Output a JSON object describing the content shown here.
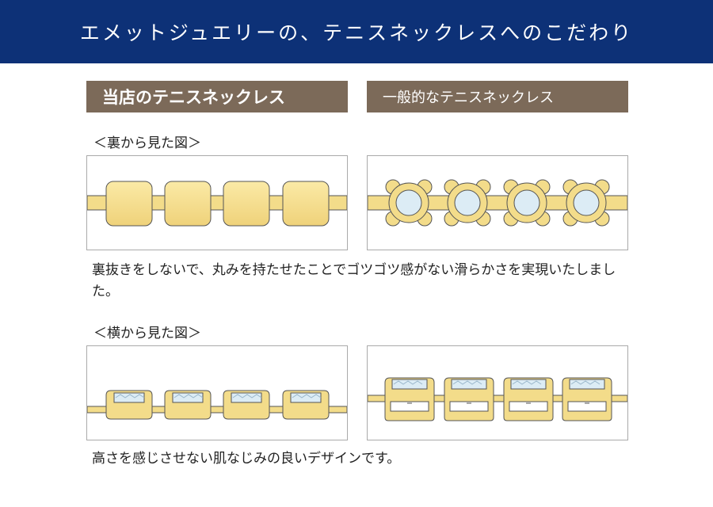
{
  "banner": {
    "title": "エメットジュエリーの、テニスネックレスへのこだわり"
  },
  "columns": {
    "ours": "当店のテニスネックレス",
    "general": "一般的なテニスネックレス"
  },
  "sections": {
    "back": {
      "label": "＜裏から見た図＞",
      "description": "裏抜きをしないで、丸みを持たせたことでゴツゴツ感がない滑らかさを実現いたしました。"
    },
    "side": {
      "label": "＜横から見た図＞",
      "description": "高さを感じさせない肌なじみの良いデザインです。"
    }
  },
  "colors": {
    "banner": "#0d3177",
    "header": "#7c6a59",
    "gold": "#f3dc8a",
    "gold_outline": "#555555",
    "stone": "#dcecf5"
  }
}
